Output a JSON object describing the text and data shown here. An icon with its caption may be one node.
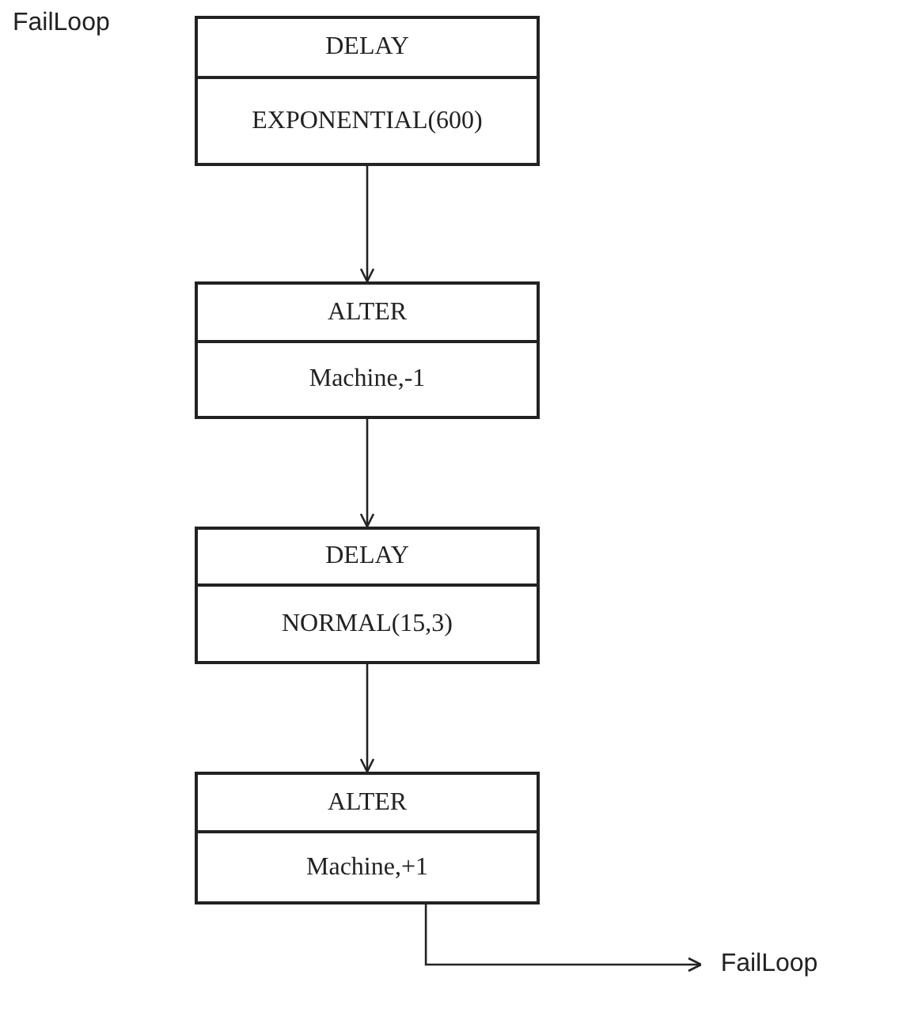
{
  "diagram": {
    "nodes": [
      {
        "text": [
          "DELAY",
          "EXPONENTIAL(600)"
        ],
        "beside": [
          "FailLoop"
        ]
      },
      {
        "text": [
          "ALTER",
          "Machine,-1"
        ]
      },
      {
        "text": [
          "DELAY",
          "NORMAL(15,3)"
        ]
      },
      {
        "text": [
          "ALTER",
          "Machine,+1"
        ]
      },
      {
        "text": [
          "FailLoop"
        ]
      }
    ],
    "edges": [
      {
        "from": 0,
        "to": 1,
        "arrow": "to"
      },
      {
        "from": 1,
        "to": 2,
        "arrow": "to"
      },
      {
        "from": 2,
        "to": 3,
        "arrow": "to"
      },
      {
        "from": 3,
        "to": 4,
        "arrow": "to"
      }
    ]
  }
}
